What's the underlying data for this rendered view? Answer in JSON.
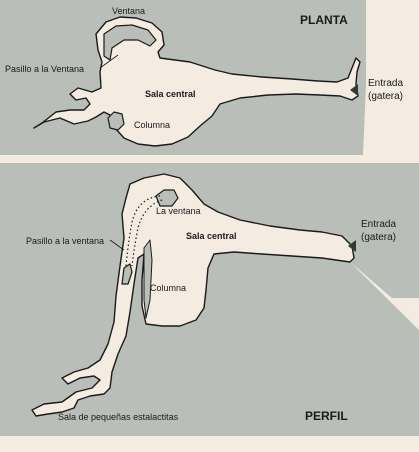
{
  "planta": {
    "title": "PLANTA",
    "labels": {
      "ventana": "Ventana",
      "pasillo": "Pasillo a la Ventana",
      "sala_central": "Sala central",
      "columna": "Columna",
      "entrada_line1": "Entrada",
      "entrada_line2": "(gatera)"
    }
  },
  "perfil": {
    "title": "PERFIL",
    "labels": {
      "la_ventana": "La ventana",
      "sala_central": "Sala central",
      "pasillo": "Pasillo a la ventana",
      "columna": "Columna",
      "sala_estalactitas": "Sala de pequeñas estalactitas",
      "entrada_line1": "Entrada",
      "entrada_line2": "(gatera)"
    }
  },
  "colors": {
    "background": "#f4ebe1",
    "rock": "#b9beb8",
    "cave": "#f4ebe1",
    "outline": "#1a1a1a",
    "arrow": "#2e3d33"
  }
}
